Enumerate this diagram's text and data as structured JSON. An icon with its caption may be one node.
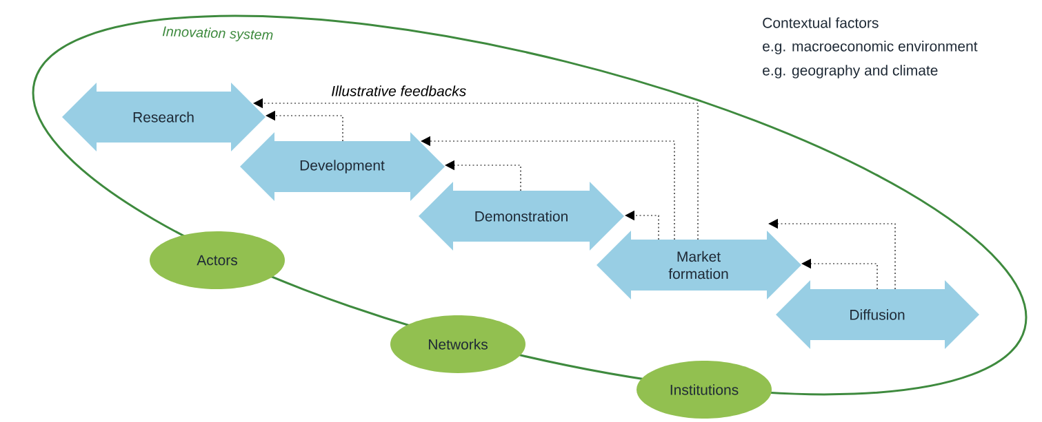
{
  "diagram": {
    "nodes": [
      {
        "text": [
          "Innovation system"
        ]
      },
      {
        "text": [
          "Research"
        ],
        "in": 0
      },
      {
        "text": [
          "Development"
        ],
        "in": 0
      },
      {
        "text": [
          "Demonstration"
        ],
        "in": 0
      },
      {
        "text": [
          "Market formation"
        ],
        "in": 0
      },
      {
        "text": [
          "Diffusion"
        ],
        "in": 0
      },
      {
        "text": [
          "Actors"
        ]
      },
      {
        "text": [
          "Networks"
        ]
      },
      {
        "text": [
          "Institutions"
        ]
      }
    ],
    "edges": [
      {
        "from": 4,
        "to": 1,
        "arrow": "to",
        "style": "dashed"
      },
      {
        "from": 2,
        "to": 1,
        "arrow": "to",
        "style": "dashed"
      },
      {
        "from": 4,
        "to": 2,
        "arrow": "to",
        "style": "dashed"
      },
      {
        "from": 3,
        "to": 2,
        "arrow": "to",
        "style": "dashed"
      },
      {
        "from": 4,
        "to": 3,
        "arrow": "to",
        "style": "dashed"
      },
      {
        "from": 5,
        "to": 4,
        "arrow": "to",
        "style": "dashed"
      },
      {
        "from": 5,
        "to": 4,
        "arrow": "to",
        "style": "dashed"
      }
    ],
    "labels": [
      "Contextual factors",
      "e.g. macroeconomic environment",
      "e.g. geography and climate",
      "Illustrative feedbacks"
    ]
  }
}
